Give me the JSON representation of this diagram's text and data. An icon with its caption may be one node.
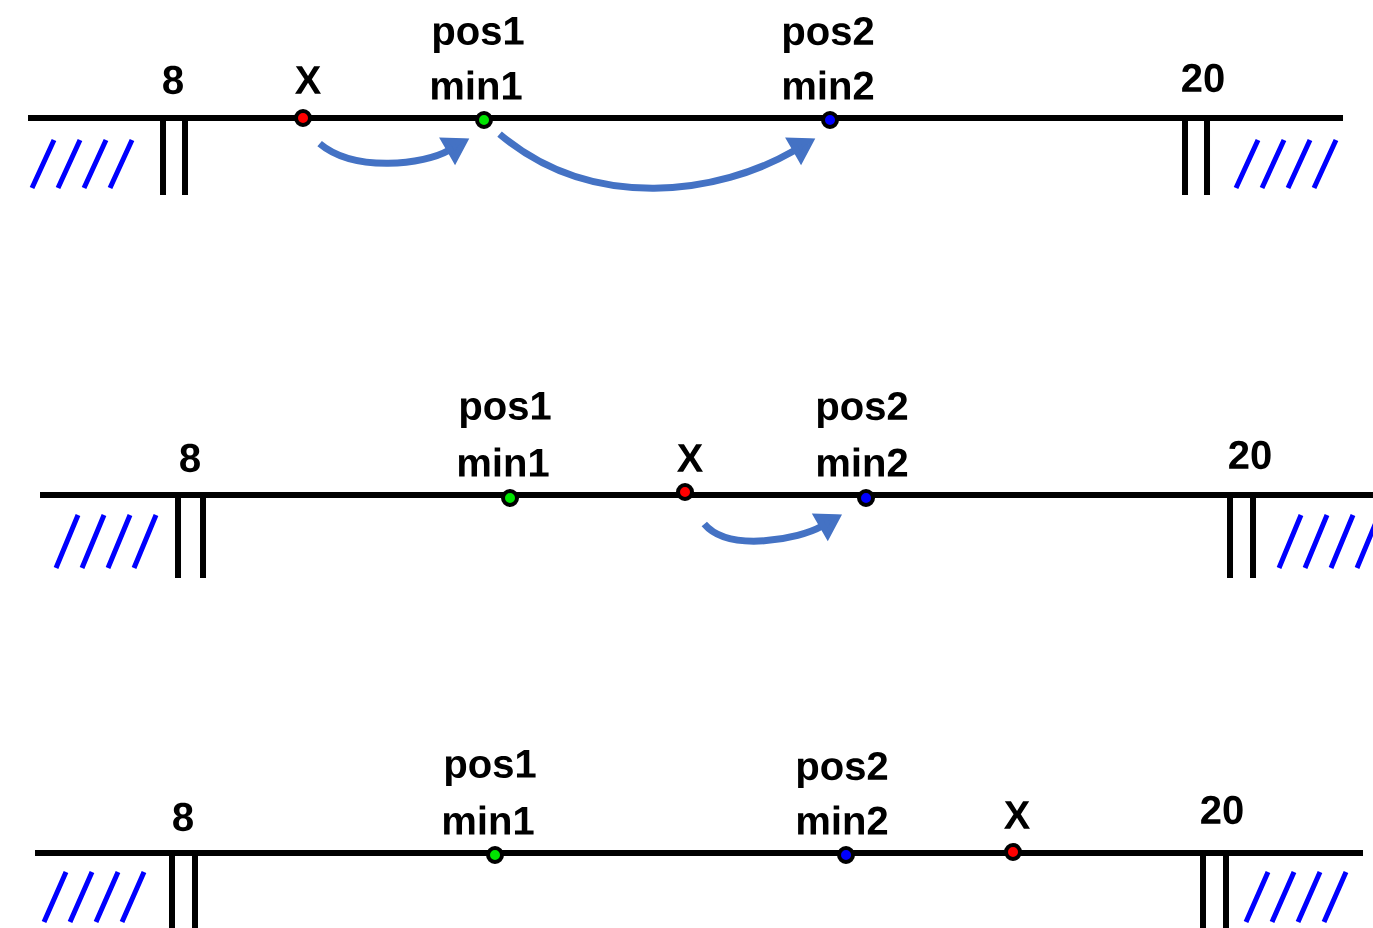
{
  "diagram": {
    "nodes": [
      {
        "text": [
          "X"
        ]
      },
      {
        "text": [
          "pos1",
          "min1"
        ]
      },
      {
        "text": [
          "pos2",
          "min2"
        ]
      },
      {
        "text": [
          "pos1",
          "min1"
        ]
      },
      {
        "text": [
          "X"
        ]
      },
      {
        "text": [
          "pos2",
          "min2"
        ]
      },
      {
        "text": [
          "pos1",
          "min1"
        ]
      },
      {
        "text": [
          "pos2",
          "min2"
        ]
      },
      {
        "text": [
          "X"
        ]
      }
    ],
    "edges": [
      {
        "from": 0,
        "to": 1,
        "arrow": "to"
      },
      {
        "from": 1,
        "to": 2,
        "arrow": "to"
      },
      {
        "from": 4,
        "to": 5,
        "arrow": "to"
      }
    ],
    "labels": [
      "8",
      "20",
      "8",
      "20",
      "8",
      "20"
    ]
  }
}
